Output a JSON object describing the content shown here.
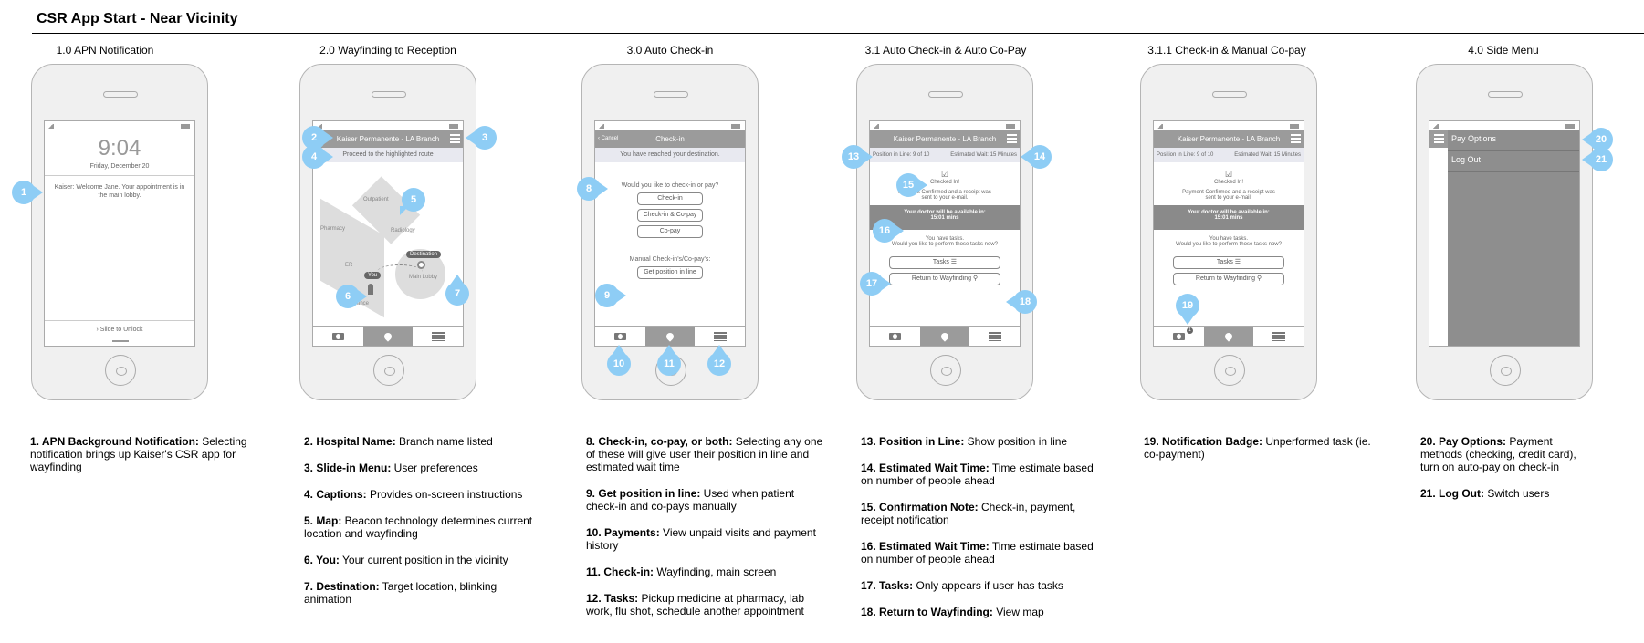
{
  "page_title": "CSR App Start - Near Vicinity",
  "accent_color": "#8ecdf5",
  "screens": [
    {
      "title": "1.0 APN Notification",
      "time": "9:04",
      "date": "Friday, December 20",
      "notification": "Kaiser: Welcome Jane. Your appointment is in the main lobby.",
      "unlock": "› Slide to Unlock"
    },
    {
      "title": "2.0 Wayfinding to Reception",
      "header": "Kaiser Permanente - LA Branch",
      "caption": "Proceed to the highlighted route",
      "map_labels": {
        "outpatient": "Outpatient",
        "pharmacy": "Pharmacy",
        "radiology": "Radiology",
        "er": "ER",
        "main_lobby": "Main Lobby",
        "entrance": "Entrance",
        "you": "You",
        "destination": "Destination"
      }
    },
    {
      "title": "3.0 Auto Check-in",
      "cancel": "‹ Cancel",
      "header": "Check-in",
      "caption": "You have reached your destination.",
      "question": "Would you like to check-in or pay?",
      "buttons": [
        "Check-in",
        "Check-in & Co-pay",
        "Co-pay"
      ],
      "manual_label": "Manual Check-in's/Co-pay's:",
      "manual_button": "Get position in line"
    },
    {
      "title": "3.1 Auto Check-in & Auto Co-Pay",
      "header": "Kaiser Permanente - LA Branch",
      "position": "Position in Line: 9 of 10",
      "wait": "Estimated Wait: 15 Minutes",
      "checked": "Checked In!",
      "payment": "Payment Confirmed and a receipt was sent to your e-mail.",
      "doctor": "Your doctor will be available in:",
      "countdown": "15:01 mins",
      "tasks_msg1": "You have tasks.",
      "tasks_msg2": "Would you like to perform those tasks now?",
      "tasks_btn": "Tasks",
      "return_btn": "Return to Wayfinding"
    },
    {
      "title": "3.1.1 Check-in & Manual Co-pay",
      "header": "Kaiser Permanente - LA Branch",
      "position": "Position in Line: 9 of 10",
      "wait": "Estimated Wait: 15 Minutes",
      "checked": "Checked In!",
      "payment": "Payment Confirmed and a receipt was sent to your e-mail.",
      "doctor": "Your doctor will be available in:",
      "countdown": "15:01 mins",
      "tasks_msg1": "You have tasks.",
      "tasks_msg2": "Would you like to perform those tasks now?",
      "tasks_btn": "Tasks",
      "return_btn": "Return to Wayfinding",
      "badge": "1"
    },
    {
      "title": "4.0 Side Menu",
      "menu": [
        "Pay Options",
        "Log Out"
      ]
    }
  ],
  "callouts": [
    "1",
    "2",
    "3",
    "4",
    "5",
    "6",
    "7",
    "8",
    "9",
    "10",
    "11",
    "12",
    "13",
    "14",
    "15",
    "16",
    "17",
    "18",
    "19",
    "20",
    "21"
  ],
  "notes": [
    [
      {
        "b": "1. APN Background Notification:",
        "t": " Selecting notification brings up Kaiser's CSR app for wayfinding"
      }
    ],
    [
      {
        "b": "2. Hospital Name:",
        "t": " Branch name listed"
      },
      {
        "b": "3. Slide-in Menu:",
        "t": " User preferences"
      },
      {
        "b": "4. Captions:",
        "t": " Provides on-screen instructions"
      },
      {
        "b": "5. Map:",
        "t": " Beacon technology determines current location and wayfinding"
      },
      {
        "b": "6. You:",
        "t": " Your current position in the vicinity"
      },
      {
        "b": "7. Destination:",
        "t": " Target location, blinking animation"
      }
    ],
    [
      {
        "b": "8. Check-in, co-pay, or both:",
        "t": " Selecting any one of these will give user their position in line and estimated wait time"
      },
      {
        "b": "9. Get position in line:",
        "t": " Used when patient check-in and co-pays manually"
      },
      {
        "b": "10. Payments:",
        "t": " View unpaid visits and payment history"
      },
      {
        "b": "11. Check-in:",
        "t": " Wayfinding, main screen"
      },
      {
        "b": "12. Tasks:",
        "t": " Pickup medicine at pharmacy, lab work, flu shot, schedule another appointment"
      }
    ],
    [
      {
        "b": "13. Position in Line:",
        "t": " Show position in line"
      },
      {
        "b": "14. Estimated Wait Time:",
        "t": " Time estimate based on number of people ahead"
      },
      {
        "b": "15. Confirmation Note:",
        "t": " Check-in, payment, receipt notification"
      },
      {
        "b": "16. Estimated Wait Time:",
        "t": " Time estimate based on number of people ahead"
      },
      {
        "b": "17. Tasks:",
        "t": " Only appears if user has tasks"
      },
      {
        "b": "18. Return to Wayfinding:",
        "t": " View map"
      }
    ],
    [
      {
        "b": "19. Notification Badge:",
        "t": " Unperformed task (ie. co-payment)"
      }
    ],
    [
      {
        "b": "20. Pay Options:",
        "t": " Payment methods (checking, credit card), turn on auto-pay on check-in"
      },
      {
        "b": "21. Log Out:",
        "t": " Switch users"
      }
    ]
  ]
}
